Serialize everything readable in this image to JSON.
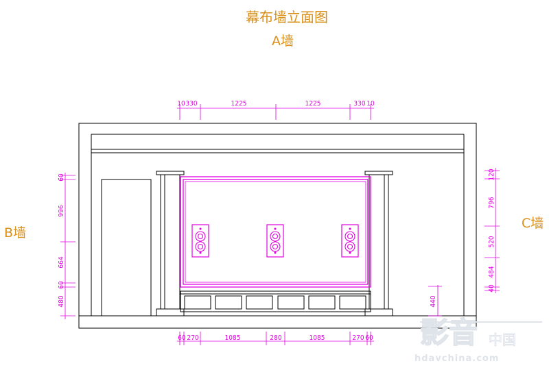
{
  "title": "幕布墙立面图",
  "walls": {
    "top": "A墙",
    "left": "B墙",
    "right": "C墙"
  },
  "dims": {
    "top": [
      "10",
      "330",
      "1225",
      "1225",
      "330",
      "10"
    ],
    "bottom": [
      "60",
      "270",
      "1085",
      "280",
      "1085",
      "270",
      "60"
    ],
    "left": [
      "60",
      "996",
      "664",
      "60",
      "480"
    ],
    "right": [
      "120",
      "796",
      "520",
      "484",
      "40"
    ],
    "cabinet_height": "440"
  },
  "watermark": {
    "logo_text": "影音",
    "cn_text": "中国",
    "url": "hdavchina.com"
  },
  "colors": {
    "title": "#d9901a",
    "dimension": "#e000e0",
    "line": "#000000",
    "watermark": "#dfe4ea"
  }
}
